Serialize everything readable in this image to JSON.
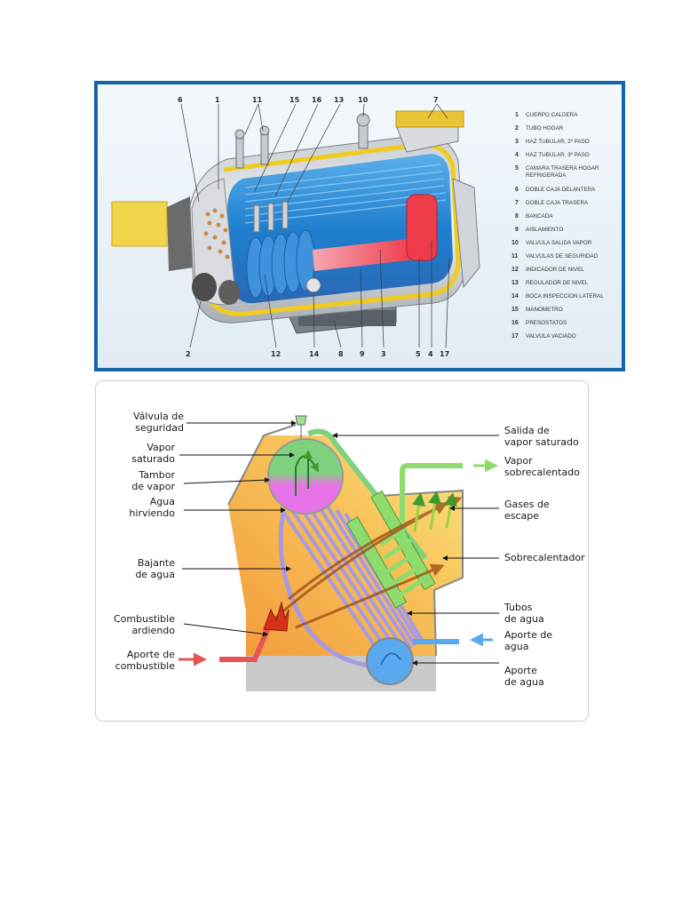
{
  "boiler": {
    "numbers": {
      "n1": "1",
      "n2": "2",
      "n3": "3",
      "n4": "4",
      "n5": "5",
      "n6": "6",
      "n7": "7",
      "n8": "8",
      "n9": "9",
      "n10": "10",
      "n11": "11",
      "n12": "12",
      "n13": "13",
      "n14": "14",
      "n15": "15",
      "n16": "16",
      "n17": "17"
    },
    "legend": [
      {
        "num": "1",
        "text": "CUERPO CALDERA"
      },
      {
        "num": "2",
        "text": "TUBO HOGAR"
      },
      {
        "num": "3",
        "text": "HAZ TUBULAR, 2º PASO"
      },
      {
        "num": "4",
        "text": "HAZ TUBULAR, 3º PASO"
      },
      {
        "num": "5",
        "text": "CAMARA TRASERA HOGAR",
        "text2": "REFRIGERADA"
      },
      {
        "num": "6",
        "text": "DOBLE CAJA DELANTERA"
      },
      {
        "num": "7",
        "text": "DOBLE CAJA TRASERA"
      },
      {
        "num": "8",
        "text": "BANCADA"
      },
      {
        "num": "9",
        "text": "AISLAMIENTO"
      },
      {
        "num": "10",
        "text": "VALVULA SALIDA VAPOR"
      },
      {
        "num": "11",
        "text": "VALVULAS DE SEGURIDAD"
      },
      {
        "num": "12",
        "text": "INDICADOR DE NIVEL"
      },
      {
        "num": "13",
        "text": "REGULADOR DE NIVEL"
      },
      {
        "num": "14",
        "text": "BOCA INSPECCION LATERAL"
      },
      {
        "num": "15",
        "text": "MANOMETRO"
      },
      {
        "num": "16",
        "text": "PRESOSTATOS"
      },
      {
        "num": "17",
        "text": "VALVULA VACIADO"
      }
    ]
  },
  "watertube": {
    "labels": {
      "valvula_1": "Válvula de",
      "valvula_2": "seguridad",
      "vapor_sat_1": "Vapor",
      "vapor_sat_2": "saturado",
      "tambor_1": "Tambor",
      "tambor_2": "de vapor",
      "agua_1": "Agua",
      "agua_2": "hirviendo",
      "bajante_1": "Bajante",
      "bajante_2": "de agua",
      "comb_1": "Combustible",
      "comb_2": "ardiendo",
      "aporte_comb_1": "Aporte de",
      "aporte_comb_2": "combustible",
      "salida_1": "Salida de",
      "salida_2": "vapor saturado",
      "vapor_sob_1": "Vapor",
      "vapor_sob_2": "sobrecalentado",
      "gases_1": "Gases de",
      "gases_2": "escape",
      "sobrecal": "Sobrecalentador",
      "tubos_1": "Tubos",
      "tubos_2": "de agua",
      "aporte_agua_a_1": "Aporte de",
      "aporte_agua_a_2": "agua",
      "aporte_agua_b_1": "Aporte",
      "aporte_agua_b_2": "de agua"
    },
    "colors": {
      "steam_green": "#7ed27e",
      "boiling_magenta": "#e873e8",
      "water_blue": "#5aa9f0",
      "fuel_red": "#e65454",
      "hot_gas_orange": "#f5a640",
      "superheated_green": "#9ee06e",
      "pipe_lavender": "#b7a7e8"
    }
  }
}
